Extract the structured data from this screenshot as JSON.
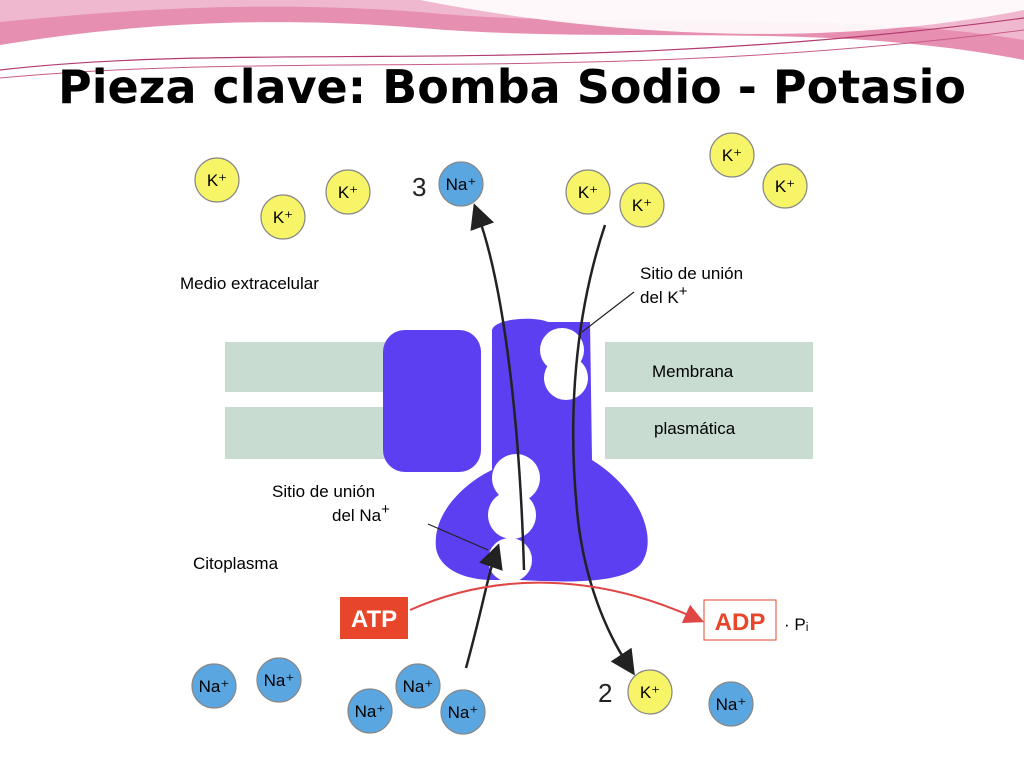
{
  "title": "Pieza clave: Bomba Sodio - Potasio",
  "labels": {
    "extracellular": "Medio extracelular",
    "k_site_line1": "Sitio de unión",
    "k_site_line2": "del K",
    "k_site_sup": "+",
    "membrane_line1": "Membrana",
    "membrane_line2": "plasmática",
    "na_site_line1": "Sitio de unión",
    "na_site_line2": "del Na",
    "na_site_sup": "+",
    "cytoplasm": "Citoplasma",
    "atp": "ATP",
    "adp": "ADP",
    "pi": "· Pᵢ",
    "na_count": "3",
    "k_count": "2"
  },
  "ions": {
    "k": "K⁺",
    "na": "Na⁺"
  },
  "colors": {
    "pump": "#5b3ff0",
    "membrane": "#c8dcd2",
    "k_ion": "#f7f567",
    "na_ion": "#5aa6e0",
    "atp_bg": "#e8462a",
    "adp_text": "#e8462a",
    "arrow_red": "#e04646",
    "header_pink": "#e27ba3"
  }
}
